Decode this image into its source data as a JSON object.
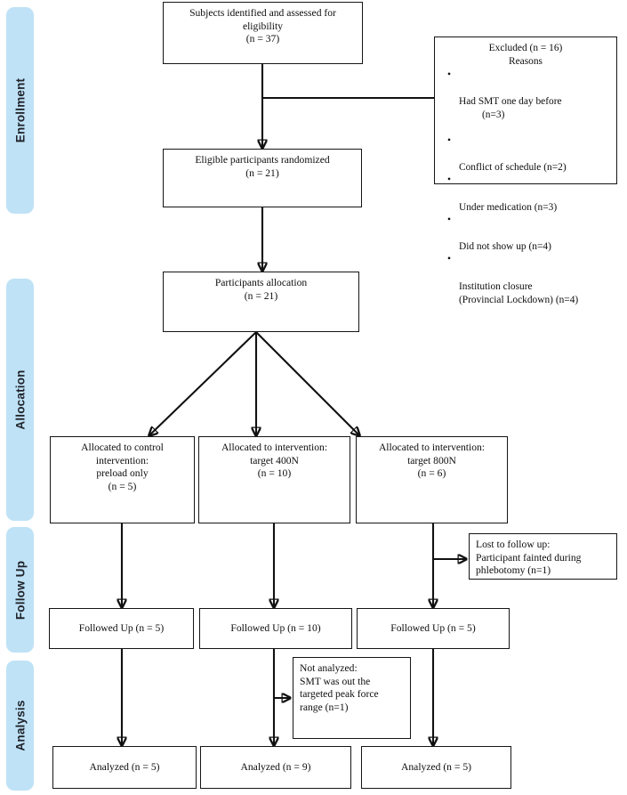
{
  "figure": {
    "type": "consort-flow-diagram",
    "title": "CONSORT participant flow diagram"
  },
  "stages": [
    {
      "id": "enrollment",
      "label": "Enrollment"
    },
    {
      "id": "allocation",
      "label": "Allocation"
    },
    {
      "id": "follow-up",
      "label": "Follow Up"
    },
    {
      "id": "analysis",
      "label": "Analysis"
    }
  ],
  "nodes": {
    "identified": {
      "text": "Subjects identified  and assessed for\neligibility\n(n = 37)"
    },
    "randomized": {
      "text": "Eligible  participants  randomized\n(n = 21)"
    },
    "allocation": {
      "text": "Participants allocation\n(n = 21)"
    },
    "alloc_control": {
      "text": "Allocated to control\nintervention:\npreload only\n(n = 5)"
    },
    "alloc_400n": {
      "text": "Allocated to intervention:\ntarget 400N\n(n = 10)"
    },
    "alloc_800n": {
      "text": "Allocated to intervention:\ntarget 800N\n(n = 6)"
    },
    "followed_1": {
      "text": "Followed Up (n = 5)"
    },
    "followed_2": {
      "text": "Followed Up (n = 10)"
    },
    "followed_3": {
      "text": "Followed Up (n = 5)"
    },
    "lost": {
      "text": "Lost to follow up:\nParticipant fainted during\nphlebotomy (n=1)"
    },
    "not_analyzed": {
      "text": "Not analyzed:\nSMT was out the\ntargeted peak force\nrange (n=1)"
    },
    "analyzed_1": {
      "text": "Analyzed (n = 5)"
    },
    "analyzed_2": {
      "text": "Analyzed (n = 9)"
    },
    "analyzed_3": {
      "text": "Analyzed (n = 5)"
    }
  },
  "excluded": {
    "heading": "Excluded (n = 16)",
    "subheading": "Reasons",
    "bullet": "•",
    "reasons": [
      {
        "text": "Had SMT one day before",
        "sub": "(n=3)"
      },
      {
        "text": "Conflict of schedule (n=2)",
        "sub": ""
      },
      {
        "text": "Under medication (n=3)",
        "sub": ""
      },
      {
        "text": "Did not show up (n=4)",
        "sub": ""
      },
      {
        "text": "Institution closure",
        "sub": "(Provincial Lockdown) (n=4)"
      }
    ]
  },
  "colors": {
    "stage_bar": "#bfe2f6",
    "box_border": "#151515",
    "connector": "#111111",
    "text": "#0d0d0d",
    "background": "#ffffff"
  }
}
